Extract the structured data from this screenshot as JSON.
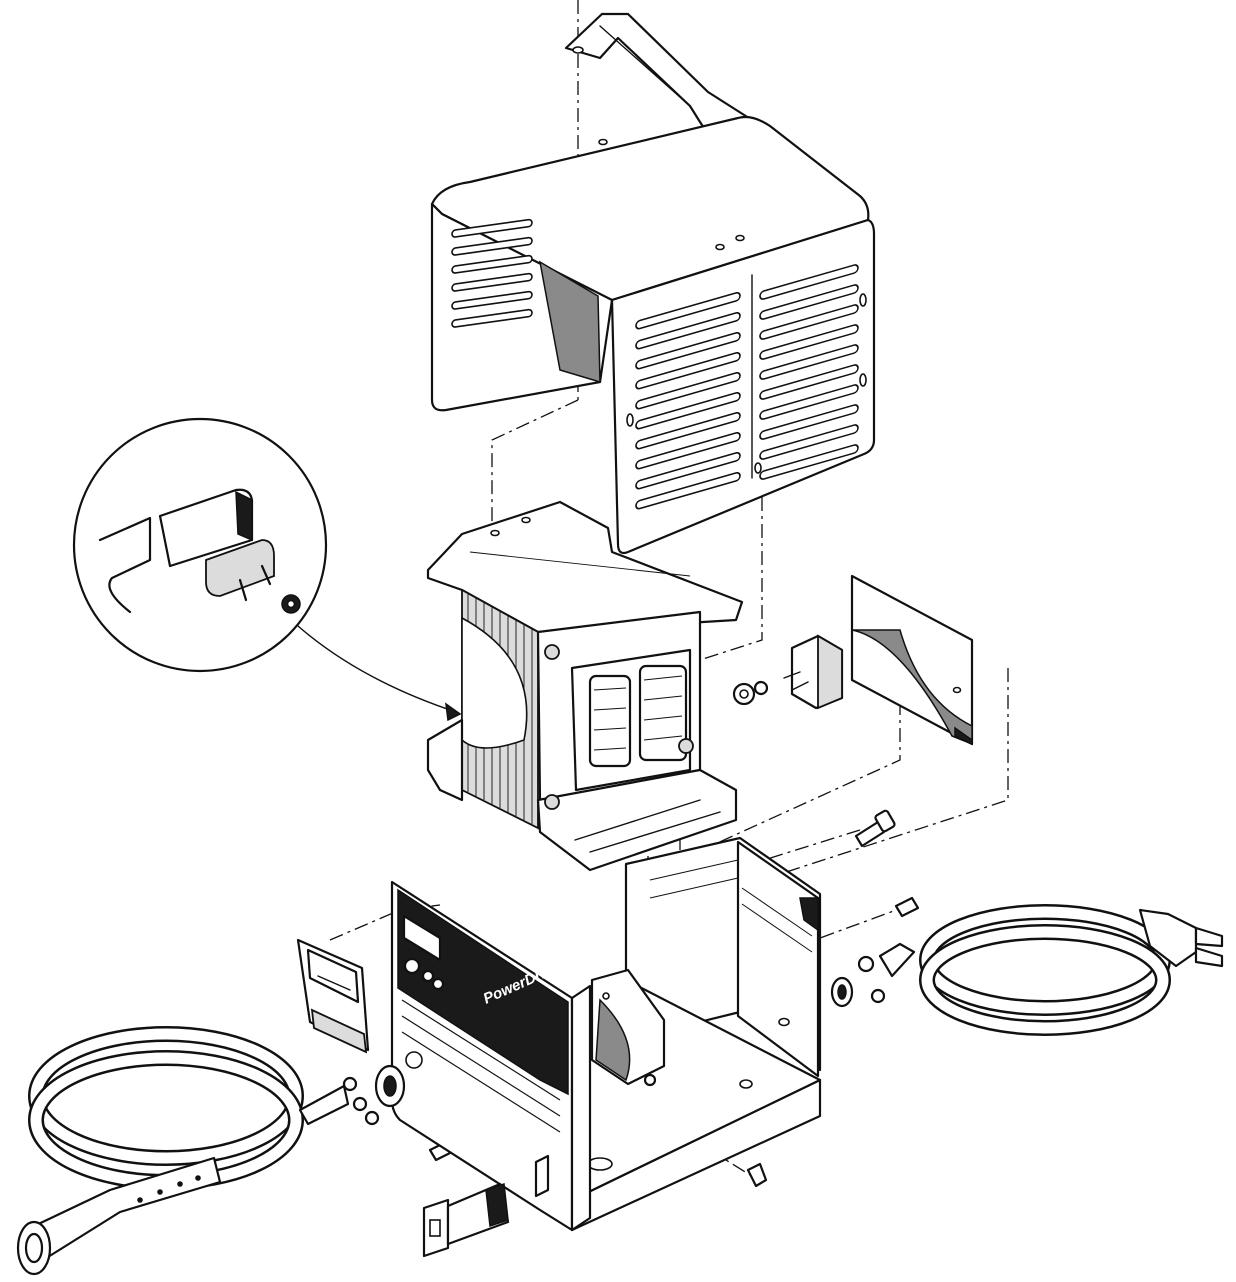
{
  "diagram": {
    "brand_label": "PowerDrive",
    "colors": {
      "line": "#111111",
      "fill": "#ffffff",
      "shade": "#dcdcdc",
      "dark": "#1a1a1a"
    },
    "parts": [
      {
        "id": "carry-handle"
      },
      {
        "id": "vented-cover"
      },
      {
        "id": "transformer"
      },
      {
        "id": "heat-sink-plate"
      },
      {
        "id": "diode-bridge"
      },
      {
        "id": "base-chassis"
      },
      {
        "id": "front-panel"
      },
      {
        "id": "ammeter"
      },
      {
        "id": "timer-module"
      },
      {
        "id": "fuse-holder"
      },
      {
        "id": "ac-power-cord"
      },
      {
        "id": "dc-charging-cord"
      },
      {
        "id": "detail-inset-terminal-block"
      }
    ]
  }
}
